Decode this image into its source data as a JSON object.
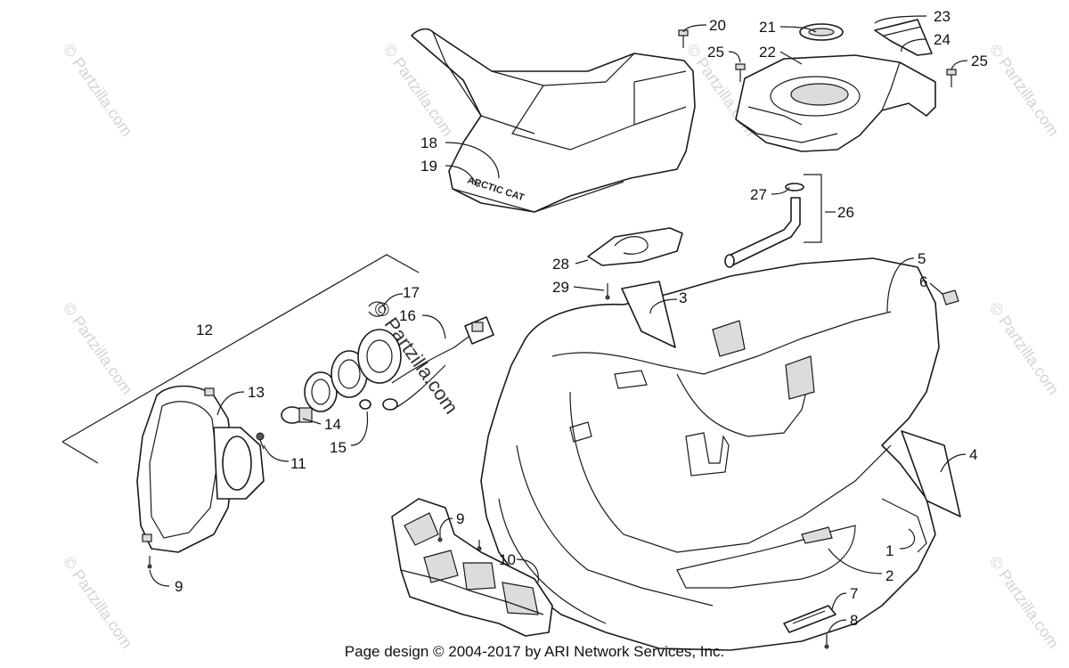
{
  "footer": "Page design © 2004-2017 by ARI Network Services, Inc.",
  "watermark": "© Partzilla.com",
  "brand_text": "ARCTIC CAT",
  "callouts": {
    "c1": "1",
    "c2": "2",
    "c3": "3",
    "c4": "4",
    "c5": "5",
    "c6": "6",
    "c7": "7",
    "c8": "8",
    "c9a": "9",
    "c9b": "9",
    "c10": "10",
    "c11": "11",
    "c12": "12",
    "c13": "13",
    "c14": "14",
    "c15": "15",
    "c16": "16",
    "c17": "17",
    "c18": "18",
    "c19": "19",
    "c20": "20",
    "c21": "21",
    "c22": "22",
    "c23": "23",
    "c24": "24",
    "c25a": "25",
    "c25b": "25",
    "c26": "26",
    "c27": "27",
    "c28": "28",
    "c29": "29"
  }
}
